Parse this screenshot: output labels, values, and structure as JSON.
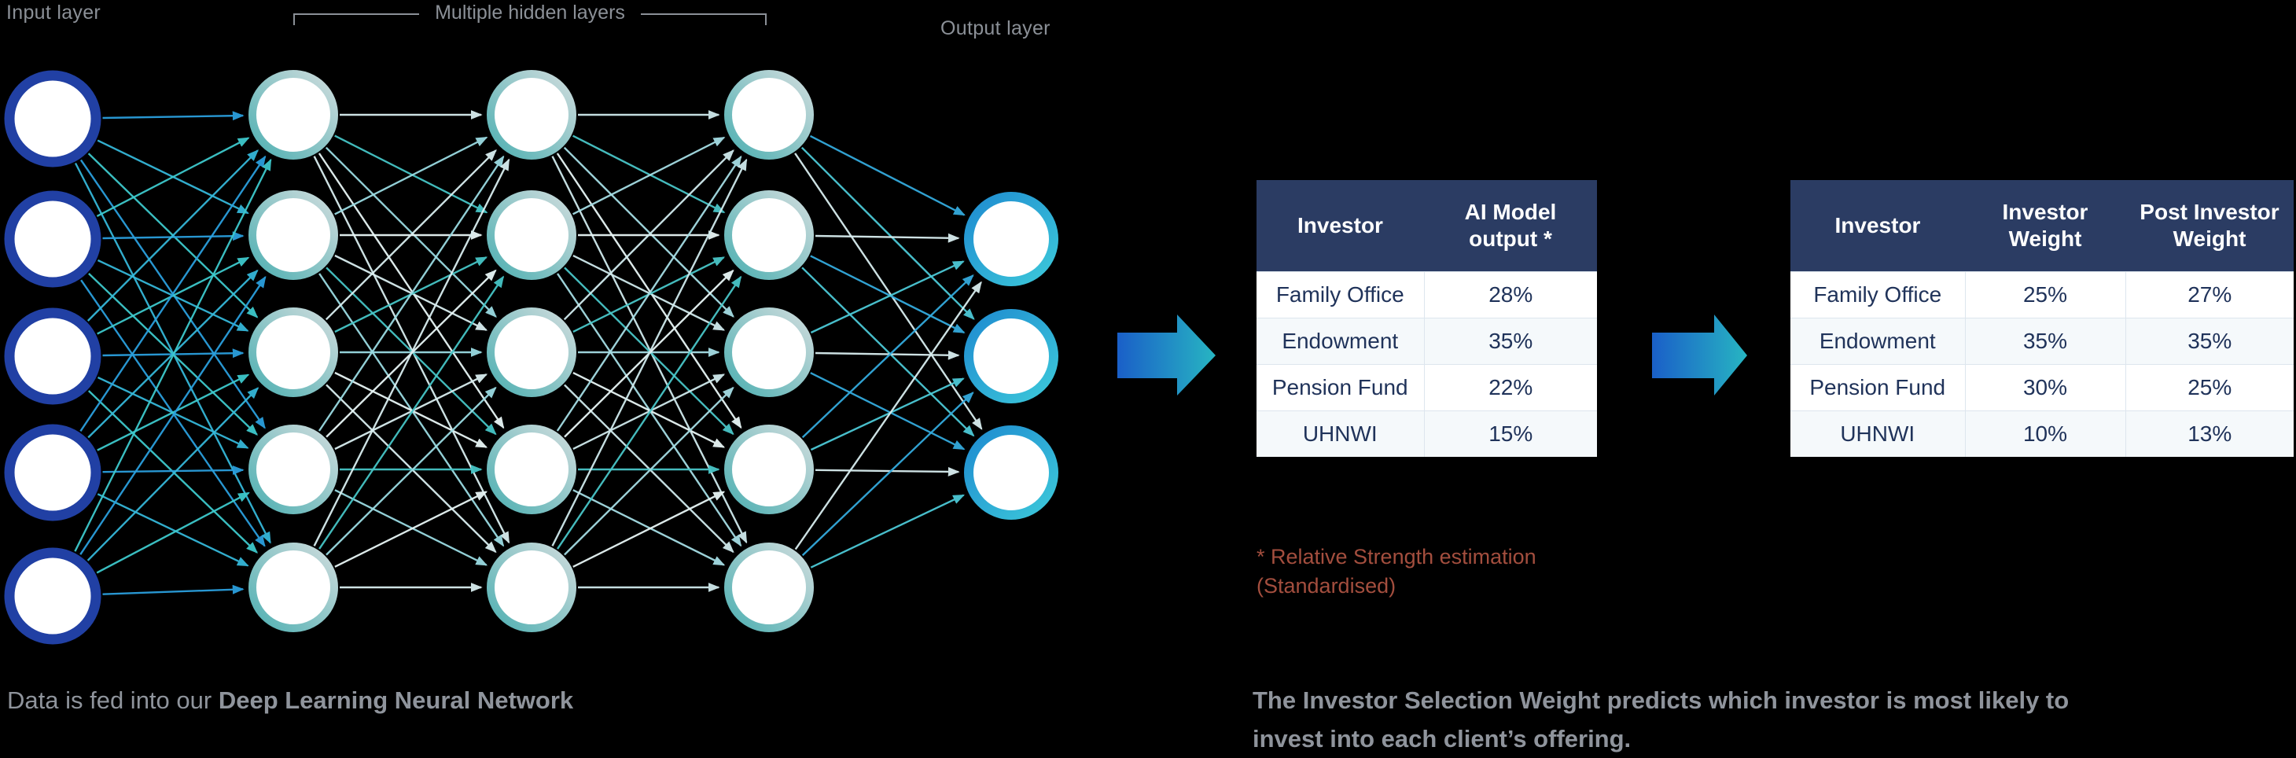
{
  "colors": {
    "background": "#000000",
    "table_header_bg": "#2b3c63",
    "table_header_text": "#ffffff",
    "table_body_text": "#20335a",
    "footnote_text": "#a34e3e",
    "caption_text": "#8f949c",
    "input_node_stroke": "#2140a4",
    "hidden_node_stroke_start": "#4fb0b2",
    "hidden_node_stroke_end": "#cfdcdd",
    "output_node_stroke_start": "#1f8cd0",
    "output_node_stroke_end": "#3cc8da",
    "arrow_gradient_start": "#1a5fc8",
    "arrow_gradient_end": "#27b5c2"
  },
  "network": {
    "labels": {
      "input": "Input layer",
      "hidden": "Multiple hidden layers",
      "output": "Output layer"
    },
    "layers": [
      {
        "name": "input",
        "count": 5
      },
      {
        "name": "hidden-1",
        "count": 5
      },
      {
        "name": "hidden-2",
        "count": 5
      },
      {
        "name": "hidden-3",
        "count": 5
      },
      {
        "name": "output",
        "count": 3
      }
    ]
  },
  "table1": {
    "columns": [
      "Investor",
      "AI Model output *"
    ],
    "rows": [
      [
        "Family Office",
        "28%"
      ],
      [
        "Endowment",
        "35%"
      ],
      [
        "Pension Fund",
        "22%"
      ],
      [
        "UHNWI",
        "15%"
      ]
    ],
    "footnote": "* Relative Strength estimation (Standardised)"
  },
  "table2": {
    "columns": [
      "Investor",
      "Investor Weight",
      "Post Investor Weight"
    ],
    "rows": [
      [
        "Family Office",
        "25%",
        "27%"
      ],
      [
        "Endowment",
        "35%",
        "35%"
      ],
      [
        "Pension Fund",
        "30%",
        "25%"
      ],
      [
        "UHNWI",
        "10%",
        "13%"
      ]
    ]
  },
  "captions": {
    "left_prefix": "Data is fed into our ",
    "left_bold": "Deep Learning Neural Network",
    "right_prefix": "The ",
    "right_bold": "Investor Selection Weight",
    "right_suffix_line1": " predicts which investor is most likely to",
    "right_suffix_line2": "invest into each client’s offering."
  }
}
